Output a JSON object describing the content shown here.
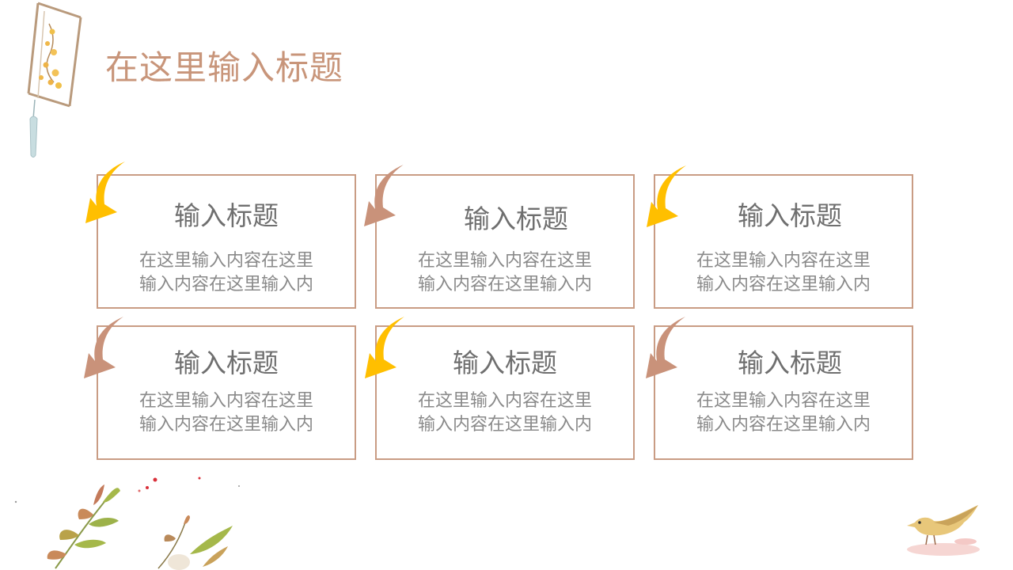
{
  "slide": {
    "title": "在这里输入标题",
    "cards": [
      {
        "title": "输入标题",
        "line1": "在这里输入内容在这里",
        "line2": "输入内容在这里输入内",
        "arrow_color": "#ffbf00"
      },
      {
        "title": "输入标题",
        "line1": "在这里输入内容在这里",
        "line2": "输入内容在这里输入内",
        "arrow_color": "#c9927a"
      },
      {
        "title": "输入标题",
        "line1": "在这里输入内容在这里",
        "line2": "输入内容在这里输入内",
        "arrow_color": "#ffbf00"
      },
      {
        "title": "输入标题",
        "line1": "在这里输入内容在这里",
        "line2": "输入内容在这里输入内",
        "arrow_color": "#c9927a"
      },
      {
        "title": "输入标题",
        "line1": "在这里输入内容在这里",
        "line2": "输入内容在这里输入内",
        "arrow_color": "#ffbf00"
      },
      {
        "title": "输入标题",
        "line1": "在这里输入内容在这里",
        "line2": "输入内容在这里输入内",
        "arrow_color": "#c9927a"
      }
    ]
  },
  "colors": {
    "title": "#c8957a",
    "card_border": "#c99c84",
    "arrow_yellow": "#ffbf00",
    "arrow_brown": "#c9927a"
  },
  "decorations": {
    "top_left": "lantern-illustration",
    "bottom_left": "leaves-illustration",
    "bottom_right": "bird-illustration"
  }
}
